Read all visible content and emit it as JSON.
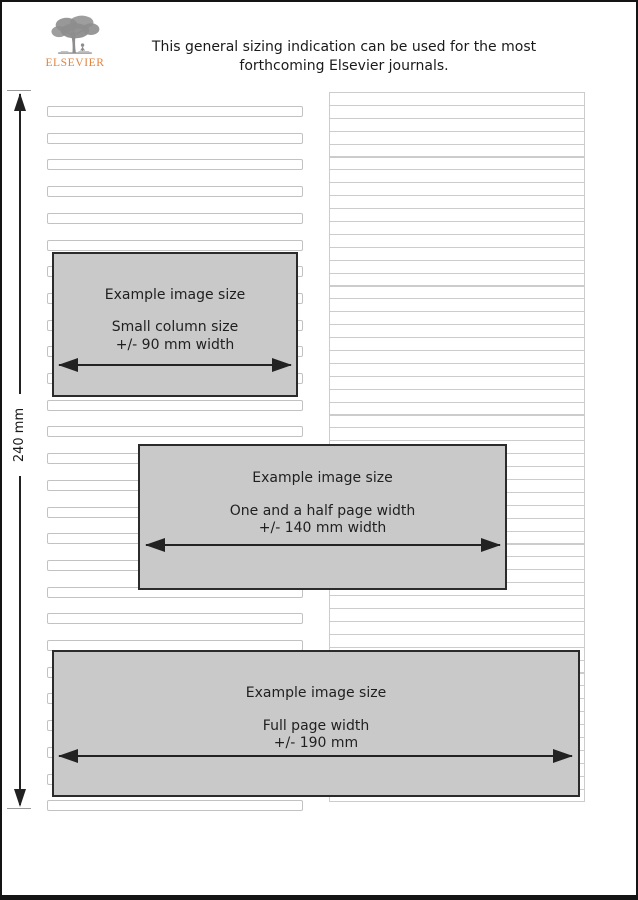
{
  "logo": {
    "brand": "ELSEVIER",
    "emblem": "elsevier-tree-emblem"
  },
  "title": {
    "line1": "This general sizing indication can be used for the most",
    "line2": "forthcoming Elsevier journals."
  },
  "vertical_dimension": {
    "label": "240 mm"
  },
  "boxes": [
    {
      "heading": "Example image size",
      "size_name": "Small column size",
      "width_label": "+/- 90 mm width"
    },
    {
      "heading": "Example image size",
      "size_name": "One and a half page width",
      "width_label": "+/- 140 mm width"
    },
    {
      "heading": "Example image size",
      "size_name": "Full page width",
      "width_label": "+/- 190 mm"
    }
  ],
  "colors": {
    "accent_orange": "#e2833f",
    "emblem_gray": "#8d8d8d",
    "box_fill": "#c9c9c9",
    "box_border": "#2b2b2b",
    "arrow": "#222222",
    "placeholder_line_left": "#c2c2c2",
    "placeholder_line_right": "#cccccc",
    "text": "#1f1f1f"
  }
}
